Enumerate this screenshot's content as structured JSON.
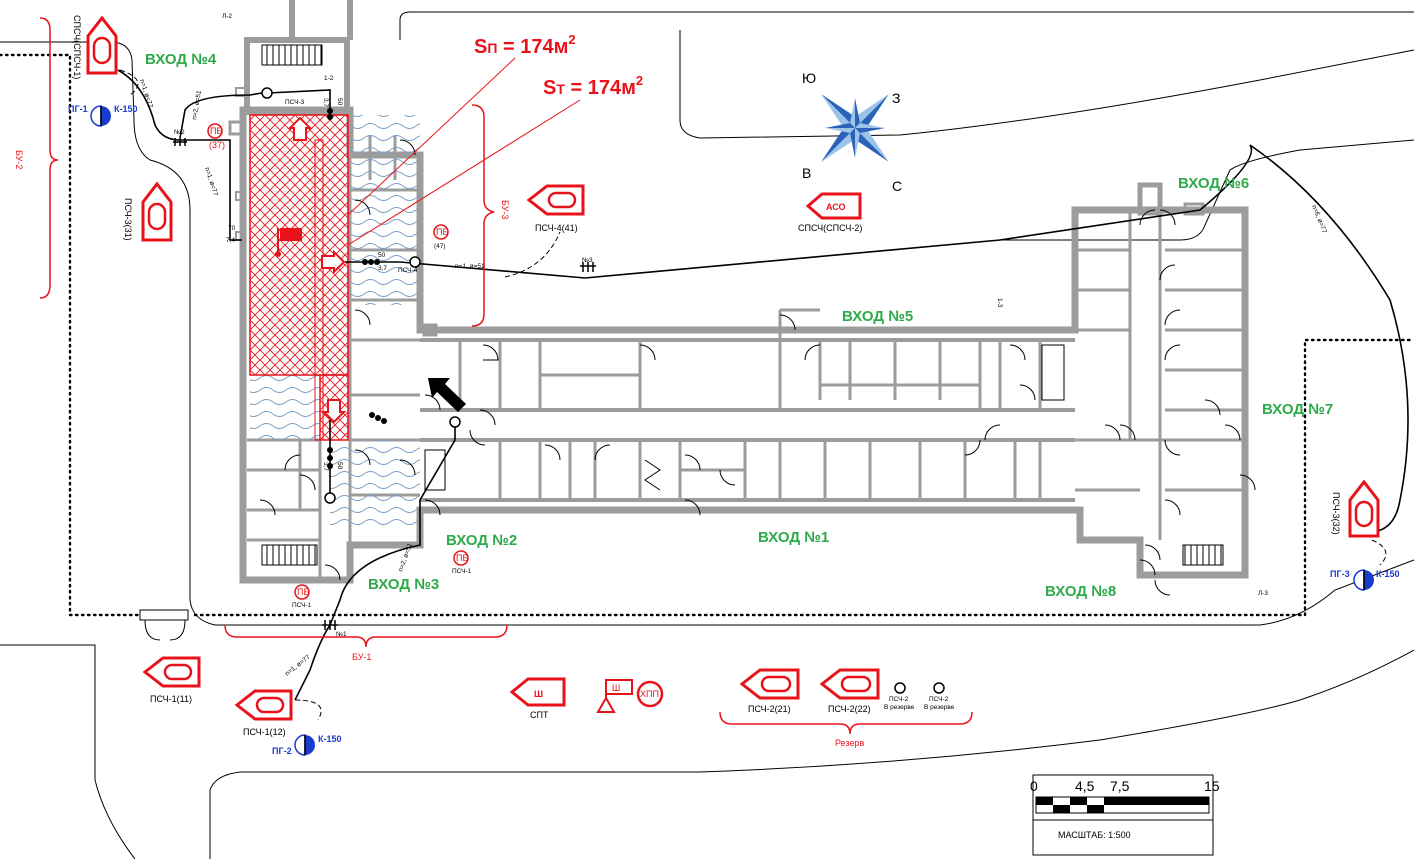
{
  "entrances": {
    "e1": "ВХОД №1",
    "e2": "ВХОД №2",
    "e3": "ВХОД №3",
    "e4": "ВХОД №4",
    "e5": "ВХОД №5",
    "e6": "ВХОД №6",
    "e7": "ВХОД №7",
    "e8": "ВХОД №8"
  },
  "areas": {
    "sp_main": "S",
    "sp_sub": "П",
    "sp_value": " = 174м",
    "st_main": "S",
    "st_sub": "Т",
    "st_value": " = 174м",
    "sup": "2"
  },
  "compass": {
    "n_up": "Ю",
    "e": "З",
    "w": "В",
    "s": "С"
  },
  "units": {
    "spch1": "СПСЧ(СПСЧ-1)",
    "psch3_31": "ПСЧ-3(31)",
    "psch4_41": "ПСЧ-4(41)",
    "aso": "АСО",
    "spch2": "СПСЧ(СПСЧ-2)",
    "psch3_32": "ПСЧ-3(32)",
    "psch1_11": "ПСЧ-1(11)",
    "psch1_12": "ПСЧ-1(12)",
    "spt": "СПТ",
    "sh": "Ш",
    "khp": "ХПП",
    "psch2_21": "ПСЧ-2(21)",
    "psch2_22": "ПСЧ-2(22)",
    "psch2_r": "ПСЧ-2",
    "reserve_small": "В резерве",
    "reserve": "Резерв"
  },
  "hydrants": {
    "pg1": "ПГ-1",
    "pg2": "ПГ-2",
    "pg3": "ПГ-3",
    "k150": "К-150"
  },
  "bu": {
    "bu1": "БУ-1",
    "bu2": "БУ-2",
    "bu3": "БУ-3"
  },
  "labels": {
    "pb": "ПБ",
    "pb37": "(37)",
    "pb47": "(47)",
    "pb_psch1": "ПСЧ-1",
    "psch3": "ПСЧ-3",
    "psch4": "ПСЧ-4",
    "psch1_b": "ПСЧ-1",
    "n1": "№1",
    "n2": "№2",
    "n3": "№3",
    "hose_a": "n=1, ø=77",
    "hose_b": "n=2, ø=51",
    "hose_c": "n=1, ø=51",
    "hose_d": "n=6, ø=77",
    "hose_e": "n=1, ø=77",
    "hose_f": "n=2, ø=51",
    "hose_g": "n=1, ø=77",
    "v70": "70",
    "v74": "7,4",
    "v50": "50",
    "v37": "3,7",
    "stair12": "Л-2",
    "stair13": "Л-3",
    "stair_a": "1-2",
    "stair_b": "1-3"
  },
  "scale": {
    "t0": "0",
    "t1": "4,5",
    "t2": "7,5",
    "t3": "15",
    "label": "МАСШТАБ:  1:500"
  },
  "colors": {
    "red": "#e8131a",
    "green": "#2faa4a",
    "blue": "#1a3bd0",
    "wall": "#9c9c9c",
    "water": "#7aa0c8"
  }
}
